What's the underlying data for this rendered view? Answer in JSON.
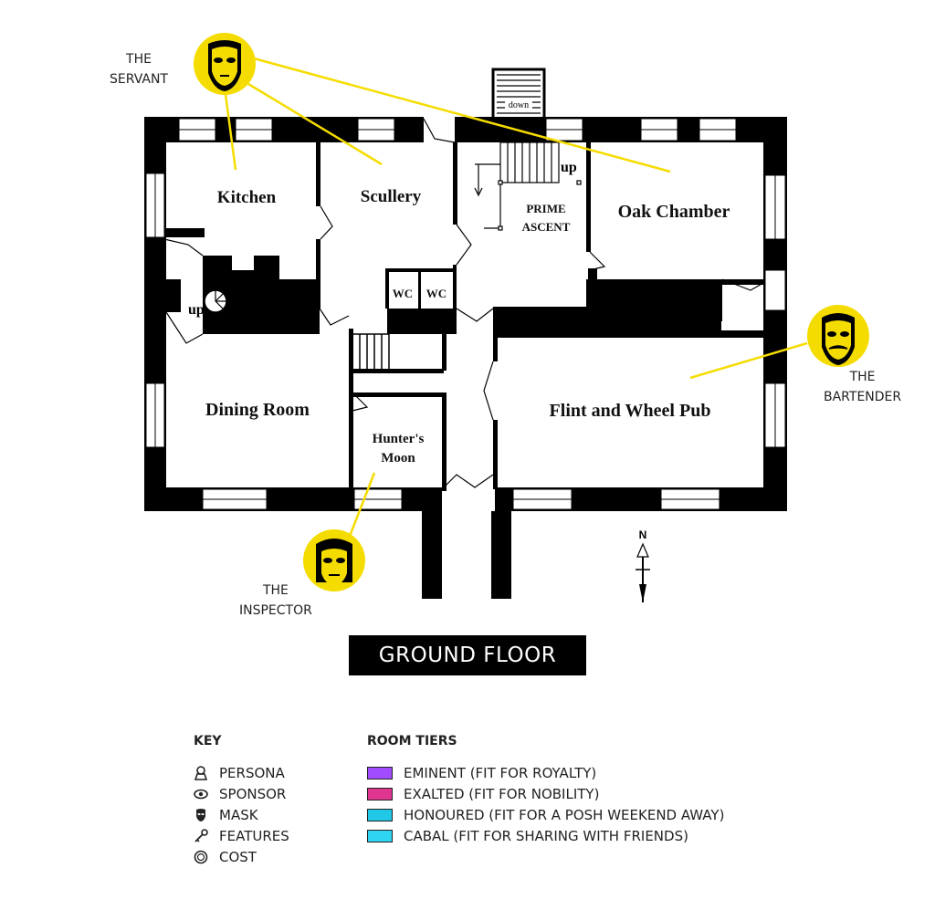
{
  "title": "GROUND FLOOR",
  "rooms": {
    "kitchen": "Kitchen",
    "scullery": "Scullery",
    "prime_ascent_line1": "PRIME",
    "prime_ascent_line2": "ASCENT",
    "oak_chamber": "Oak Chamber",
    "dining_room": "Dining Room",
    "hunters_moon_line1": "Hunter's",
    "hunters_moon_line2": "Moon",
    "flint_and_wheel_pub": "Flint and Wheel Pub",
    "wc_left": "WC",
    "wc_right": "WC"
  },
  "stair_labels": {
    "up_kitchen": "up",
    "up_prime": "up",
    "down": "down"
  },
  "compass": "N",
  "personas": {
    "servant": {
      "line1": "THE",
      "line2": "SERVANT"
    },
    "bartender": {
      "line1": "THE",
      "line2": "BARTENDER"
    },
    "inspector": {
      "line1": "THE",
      "line2": "INSPECTOR"
    }
  },
  "key": {
    "heading": "KEY",
    "items": [
      {
        "icon": "persona-icon",
        "label": "PERSONA"
      },
      {
        "icon": "sponsor-eye-icon",
        "label": "SPONSOR"
      },
      {
        "icon": "mask-icon",
        "label": "MASK"
      },
      {
        "icon": "key-features-icon",
        "label": "FEATURES"
      },
      {
        "icon": "cost-coin-icon",
        "label": "COST"
      }
    ]
  },
  "tiers": {
    "heading": "ROOM TIERS",
    "items": [
      {
        "label": "EMINENT (FIT FOR ROYALTY)",
        "color": "#a24cff"
      },
      {
        "label": "EXALTED (FIT FOR NOBILITY)",
        "color": "#e0358f"
      },
      {
        "label": "HONOURED (FIT FOR A POSH WEEKEND AWAY)",
        "color": "#1ec8e6"
      },
      {
        "label": "CABAL (FIT FOR SHARING WITH FRIENDS)",
        "color": "#2fd4f2"
      }
    ]
  },
  "colors": {
    "accent": "#f5dc00",
    "wall": "#000000"
  }
}
